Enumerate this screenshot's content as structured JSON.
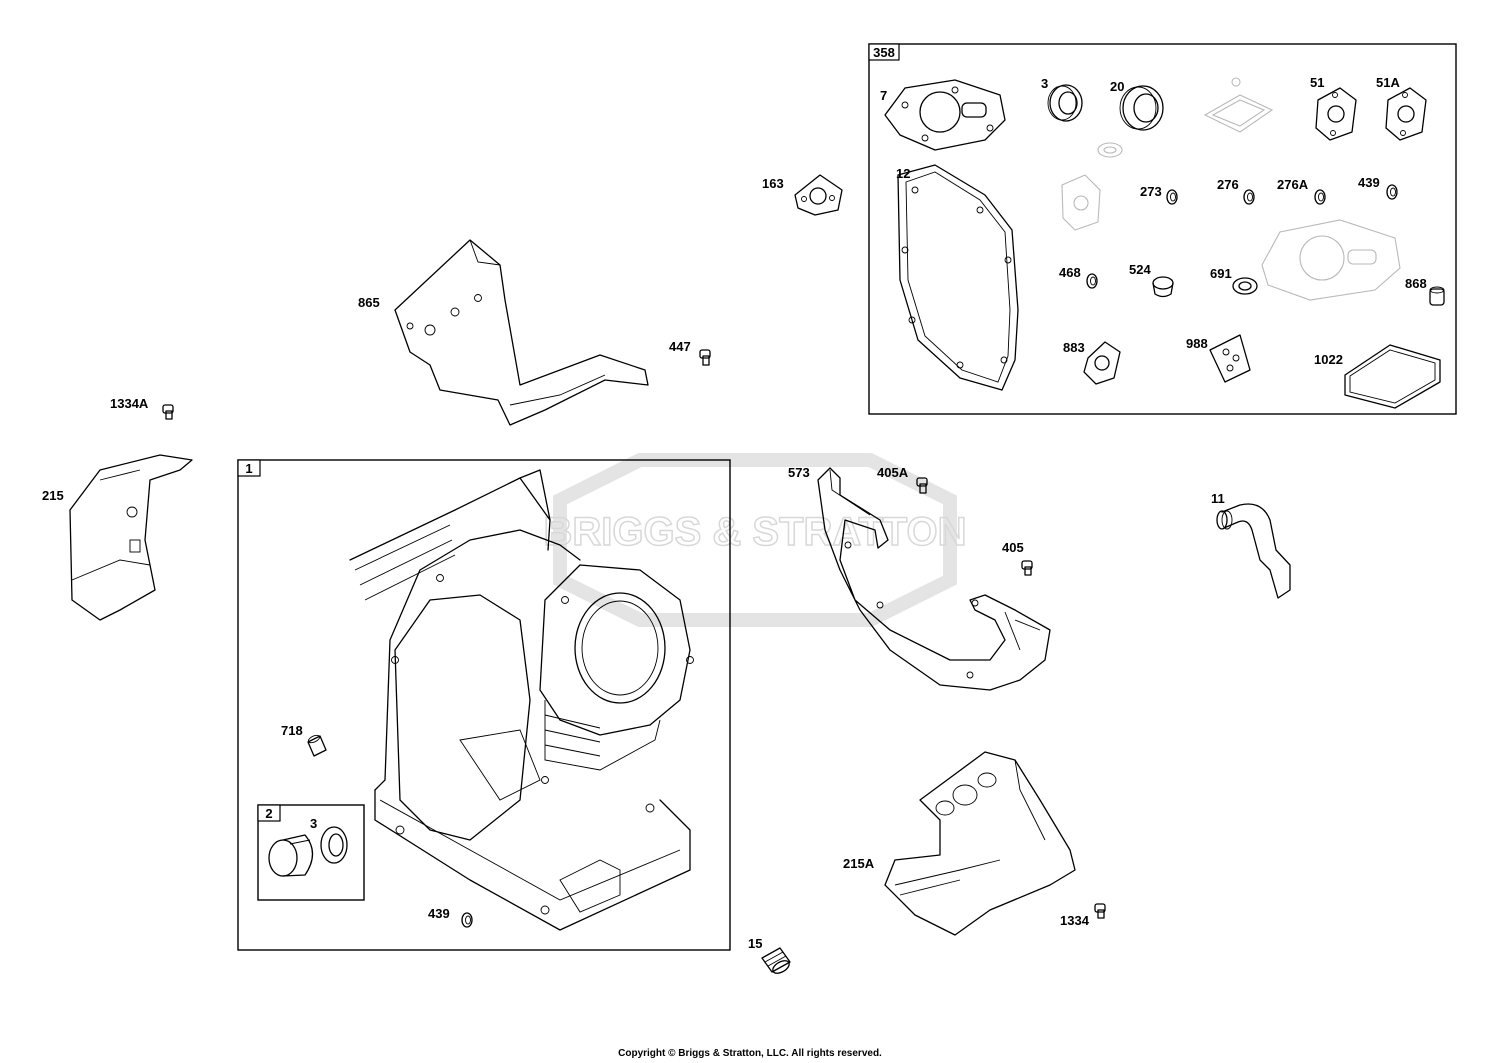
{
  "watermark": {
    "text": "BRIGGS & STRATTON"
  },
  "group_boxes": {
    "gasket_set": "358",
    "cylinder_assembly": "1",
    "bushing_kit": "2"
  },
  "labels": {
    "p7": "7",
    "p3a": "3",
    "p20": "20",
    "p51": "51",
    "p51a": "51A",
    "p12": "12",
    "p273": "273",
    "p276": "276",
    "p276a": "276A",
    "p439a": "439",
    "p468": "468",
    "p524": "524",
    "p691": "691",
    "p868": "868",
    "p883": "883",
    "p988": "988",
    "p1022": "1022",
    "p163": "163",
    "p865": "865",
    "p447": "447",
    "p1334a": "1334A",
    "p215": "215",
    "p573": "573",
    "p405a": "405A",
    "p405": "405",
    "p11": "11",
    "p718": "718",
    "p3b": "3",
    "p439b": "439",
    "p15": "15",
    "p215a": "215A",
    "p1334": "1334"
  },
  "footer": {
    "copyright": "Copyright © Briggs & Stratton, LLC. All rights reserved."
  }
}
